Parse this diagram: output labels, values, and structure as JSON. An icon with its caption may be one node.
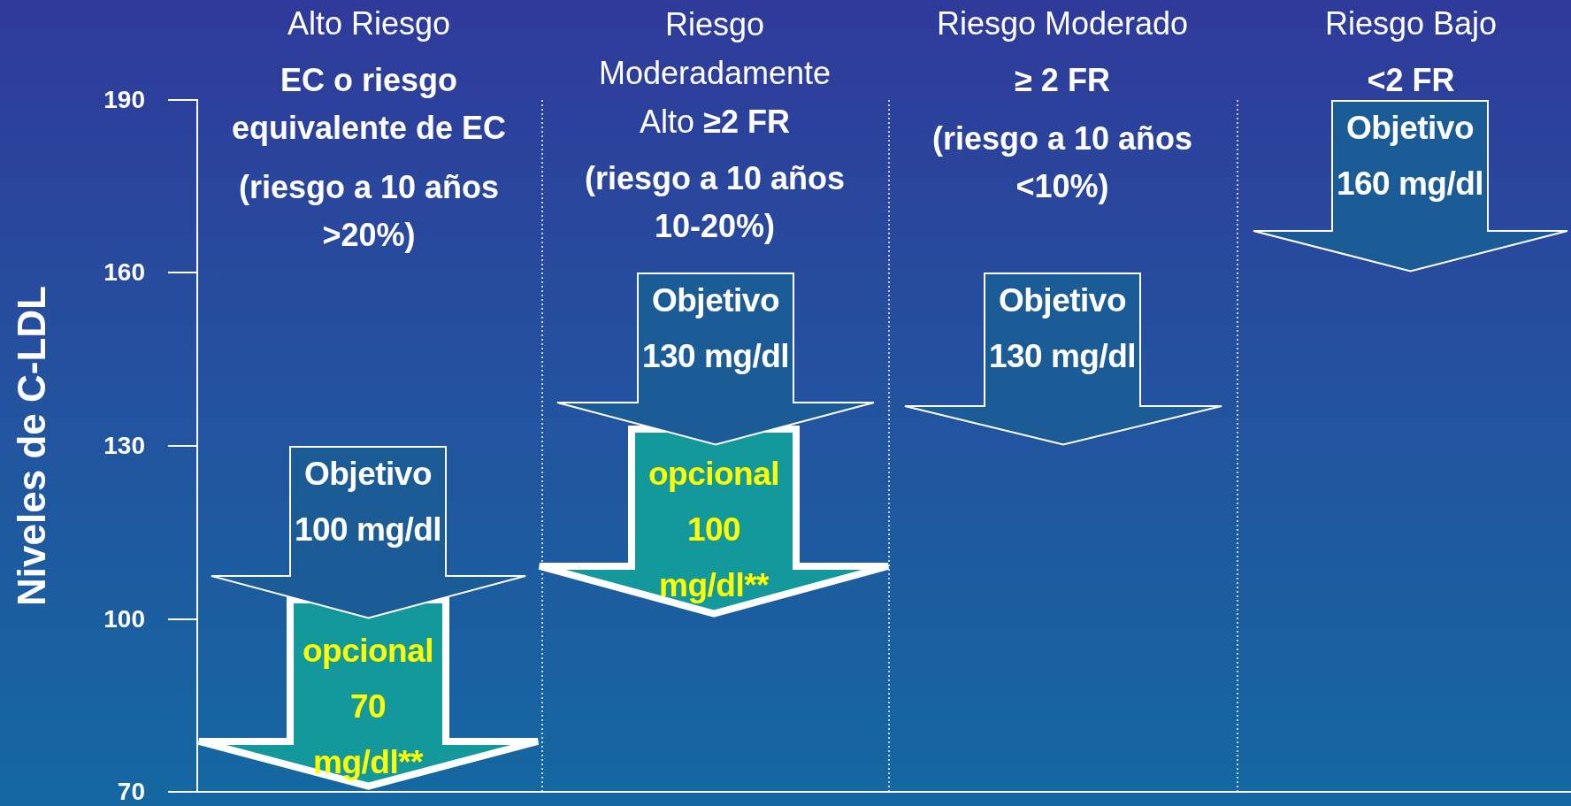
{
  "diagram": {
    "nodes": [
      {
        "text": [
          "Objetivo 100 mg/dl"
        ]
      },
      {
        "text": [
          "opcional 70 mg/dl**"
        ]
      },
      {
        "text": [
          "Objetivo 130 mg/dl"
        ]
      },
      {
        "text": [
          "opcional 100 mg/dl**"
        ]
      },
      {
        "text": [
          "Objetivo 130 mg/dl"
        ]
      },
      {
        "text": [
          "Objetivo 160 mg/dl"
        ]
      }
    ],
    "labels": [
      "Alto Riesgo",
      "EC o riesgo equivalente de EC",
      "(riesgo a 10 años >20%)",
      "Riesgo Moderadamente Alto **≥2 FR**",
      "(riesgo a 10 años 10-20%)",
      "Riesgo Moderado",
      "≥ 2 FR",
      "(riesgo a 10 años <10%)",
      "Riesgo Bajo",
      "<2 FR",
      "190",
      "160",
      "130",
      "100",
      "70",
      "Niveles de C-LDL"
    ]
  }
}
